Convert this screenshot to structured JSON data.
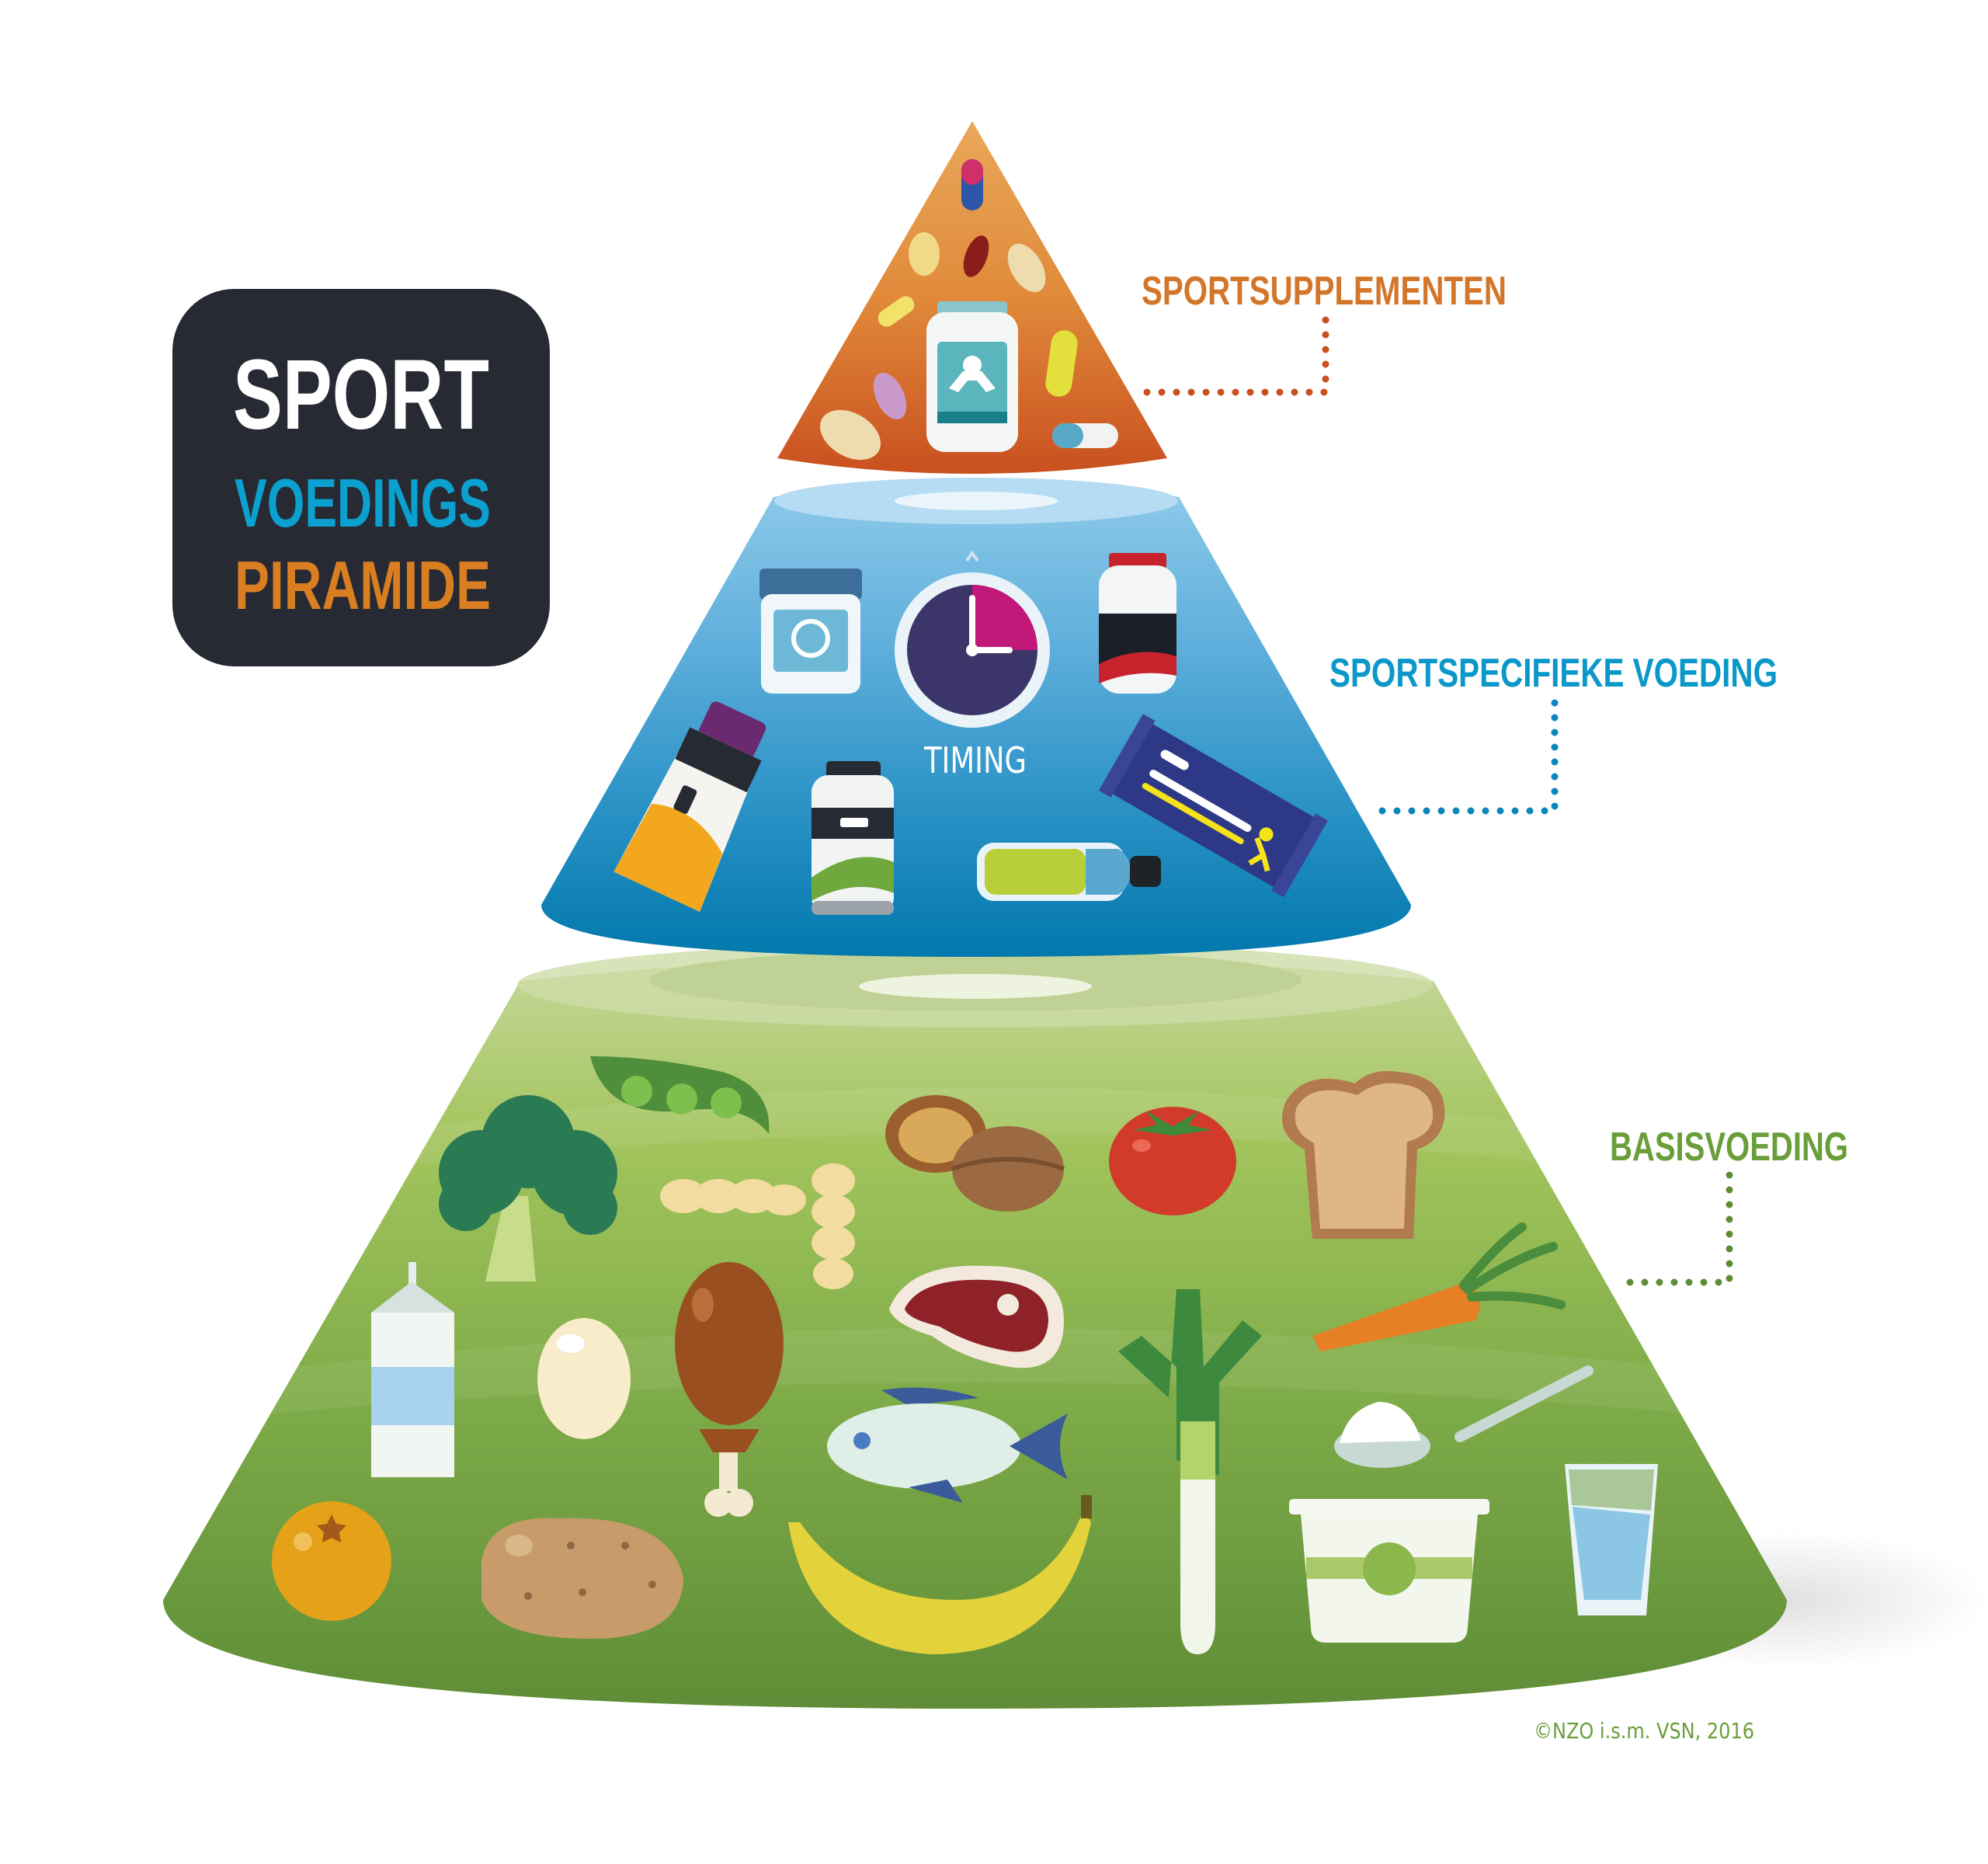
{
  "logo": {
    "line1": "SPORT",
    "line2": "VOEDINGS",
    "line3": "PIRAMIDE"
  },
  "tiers": {
    "top": {
      "label": "SPORTSUPPLEMENTEN",
      "color": "#d4762a"
    },
    "middle": {
      "label": "SPORTSPECIFIEKE VOEDING",
      "color": "#0a97c9",
      "timing_label": "TIMING"
    },
    "bottom": {
      "label": "BASISVOEDING",
      "color": "#6a9e3a"
    }
  },
  "colors": {
    "logo_bg": "#272a33",
    "logo_sport": "#ffffff",
    "logo_voedings": "#0aa0d0",
    "logo_piramide": "#d97f22"
  },
  "copyright": "©NZO i.s.m. VSN, 2016"
}
